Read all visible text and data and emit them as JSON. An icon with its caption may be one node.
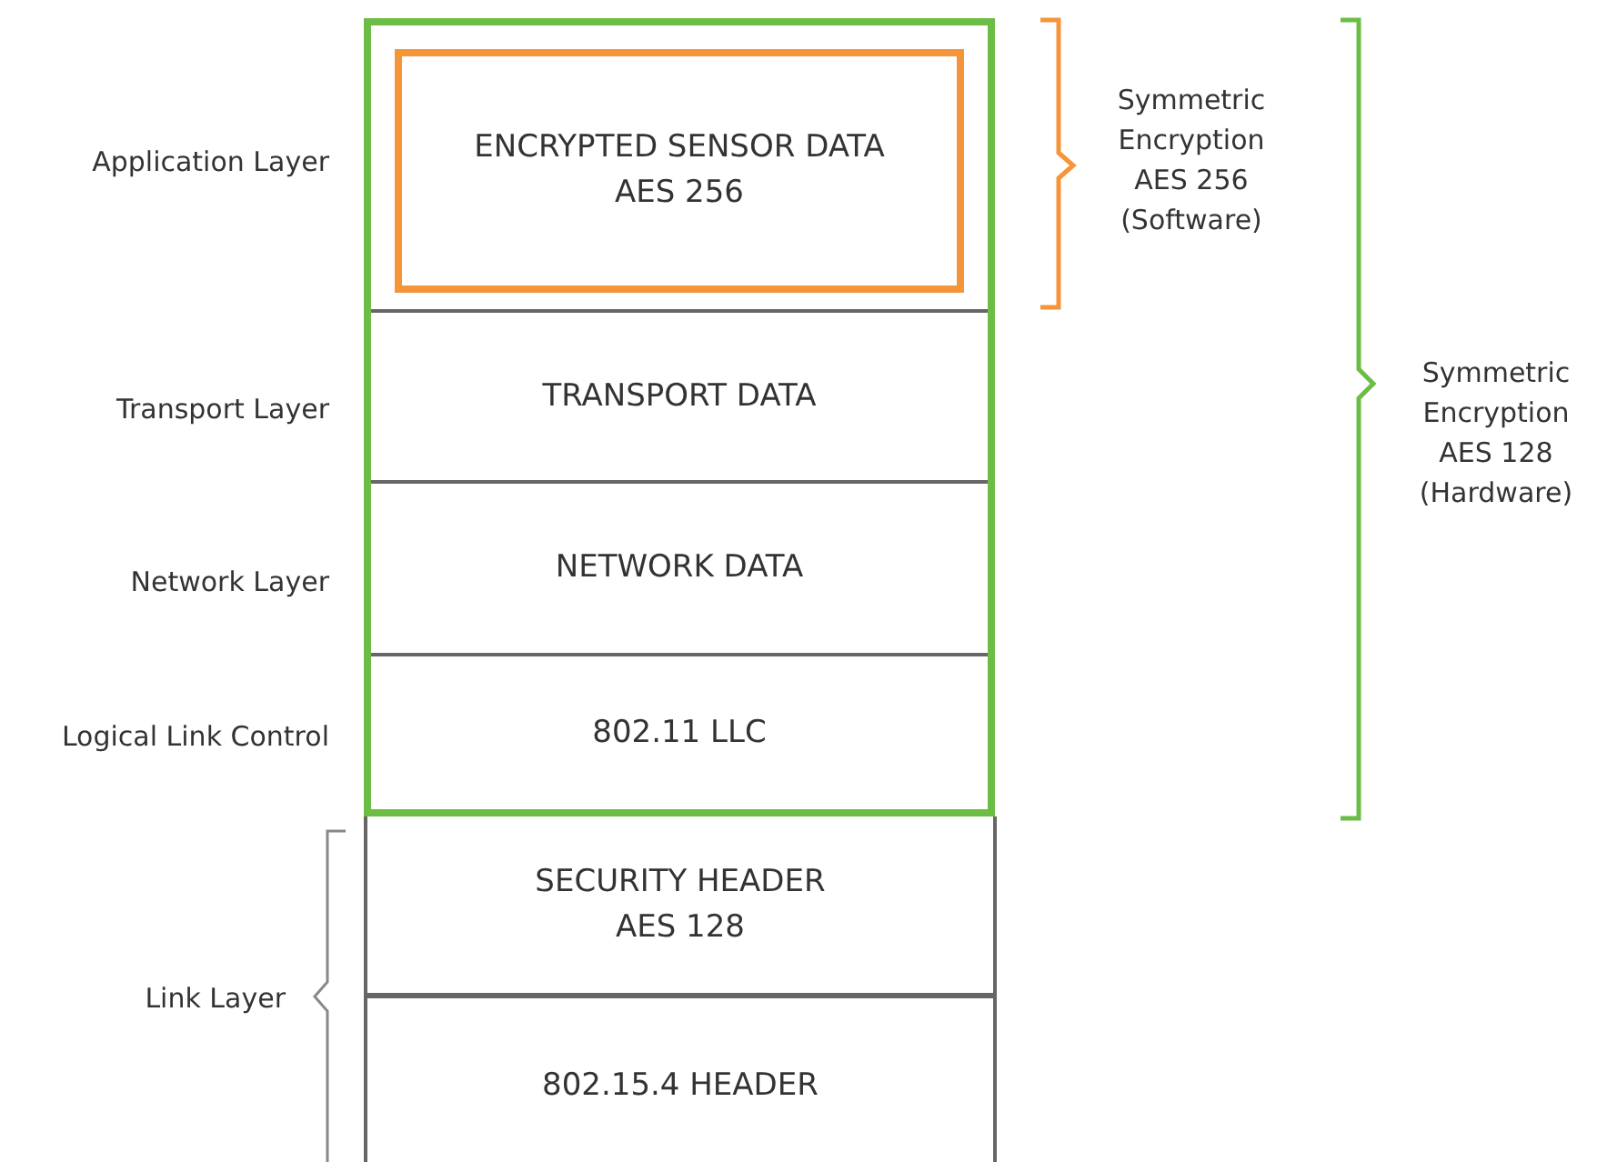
{
  "diagram": {
    "nodes": [
      {
        "text": [],
        "shape": "box"
      },
      {
        "text": [
          "ENCRYPTED SENSOR DATA",
          "AES 256"
        ],
        "in": 0
      },
      {
        "text": [
          "TRANSPORT DATA"
        ],
        "in": 0
      },
      {
        "text": [
          "NETWORK DATA"
        ],
        "in": 0
      },
      {
        "text": [
          "802.11 LLC"
        ],
        "in": 0
      },
      {
        "text": [
          "SECURITY HEADER",
          "AES 128"
        ]
      },
      {
        "text": [
          "802.15.4 HEADER"
        ]
      }
    ],
    "edges": [],
    "labels": [
      "Application Layer",
      "Symmetric Encryption AES 256 (Software)",
      "Transport Layer",
      "Symmetric Encryption AES 128 (Hardware)",
      "Network Layer",
      "Logical Link Control",
      "Link Layer"
    ]
  }
}
